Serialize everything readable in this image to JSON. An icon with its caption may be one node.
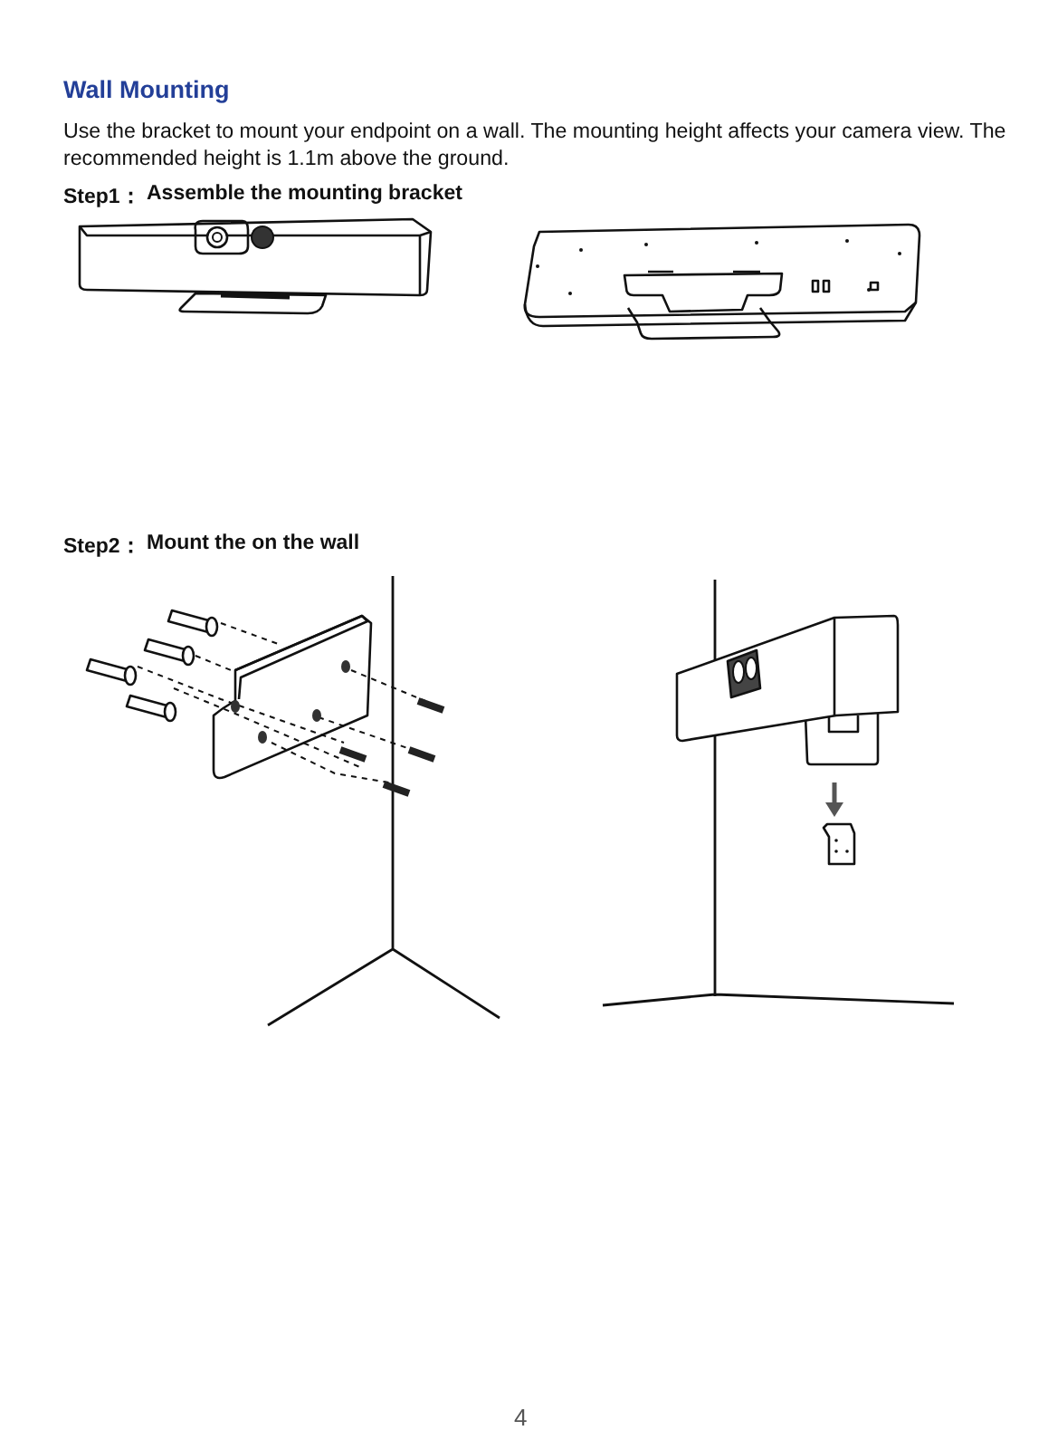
{
  "diagram": {
    "title": "Wall Mounting",
    "labels": [
      "Use the bracket to mount your endpoint on a wall. The mounting height affects your camera view. The recommended height is 1.1m above the ground.",
      "Step1：",
      "Assemble the mounting bracket",
      "Step2：",
      "Mount the on the wall",
      "4"
    ]
  }
}
